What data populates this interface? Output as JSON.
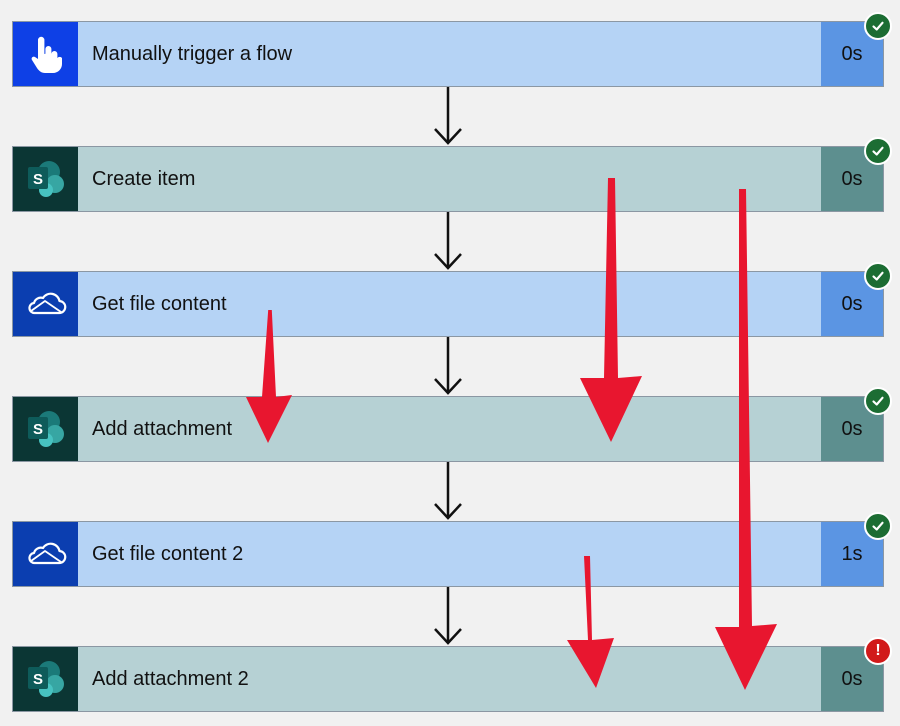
{
  "steps": [
    {
      "title": "Manually trigger a flow",
      "duration": "0s",
      "status": "success",
      "connector": "trigger",
      "icon": "hand-pointer-icon"
    },
    {
      "title": "Create item",
      "duration": "0s",
      "status": "success",
      "connector": "sharepoint",
      "icon": "sharepoint-icon"
    },
    {
      "title": "Get file content",
      "duration": "0s",
      "status": "success",
      "connector": "onedrive",
      "icon": "onedrive-cloud-icon"
    },
    {
      "title": "Add attachment",
      "duration": "0s",
      "status": "success",
      "connector": "sharepoint",
      "icon": "sharepoint-icon"
    },
    {
      "title": "Get file content 2",
      "duration": "1s",
      "status": "success",
      "connector": "onedrive",
      "icon": "onedrive-cloud-icon"
    },
    {
      "title": "Add attachment 2",
      "duration": "0s",
      "status": "failed",
      "connector": "sharepoint",
      "icon": "sharepoint-icon",
      "status_symbol": "!"
    }
  ],
  "colors": {
    "trigger_card": "#b5d3f5",
    "sharepoint_card": "#b6d1d4",
    "success_badge": "#1c6d33",
    "error_badge": "#d11a1a",
    "annotation_arrow": "#e8162f"
  }
}
